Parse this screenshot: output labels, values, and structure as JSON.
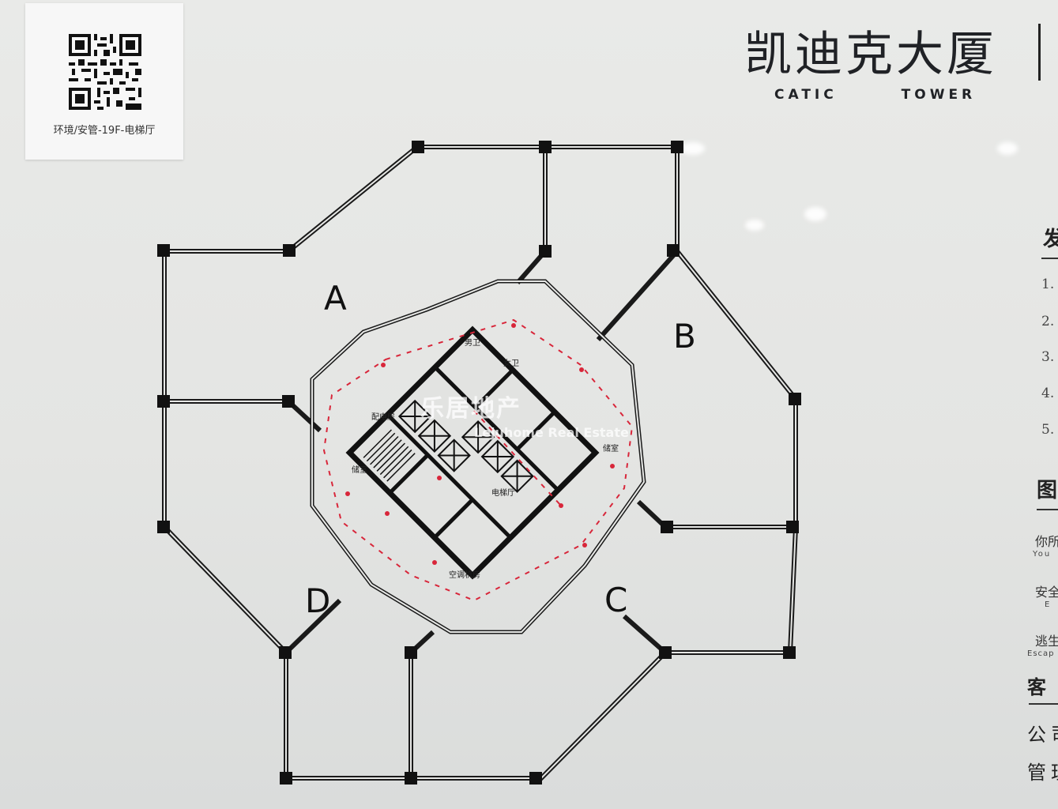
{
  "qr_card": {
    "caption": "环境/安管-19F-电梯厅"
  },
  "brand": {
    "name_cn": "凯迪克大厦",
    "name_en_1": "CATIC",
    "name_en_2": "TOWER"
  },
  "floor_plan": {
    "zones": [
      "A",
      "B",
      "C",
      "D"
    ],
    "rooms": {
      "mens_restroom": "男卫",
      "womens_restroom": "女卫",
      "power_room": "配电房",
      "storage_room_left": "储室",
      "storage_room_right": "储室",
      "elevator_hall": "电梯厅",
      "ac_room": "空调机房"
    },
    "colors": {
      "wall": "#111111",
      "escape_route": "#d8263a",
      "background": "#e6e7e5"
    }
  },
  "watermark": {
    "text_cn": "乐居地产",
    "text_en": "Lejuhome Real Estate"
  },
  "side_panel": {
    "heading_1": "发",
    "list_numbers": [
      "1.",
      "2.",
      "3.",
      "4.",
      "5."
    ],
    "heading_2": "图",
    "legend": [
      {
        "cn": "你所",
        "en": "You"
      },
      {
        "cn": "安全",
        "en": "E"
      },
      {
        "cn": "逃生",
        "en": "Escap"
      }
    ],
    "heading_3": "客",
    "contacts": [
      "公司",
      "管理"
    ]
  }
}
